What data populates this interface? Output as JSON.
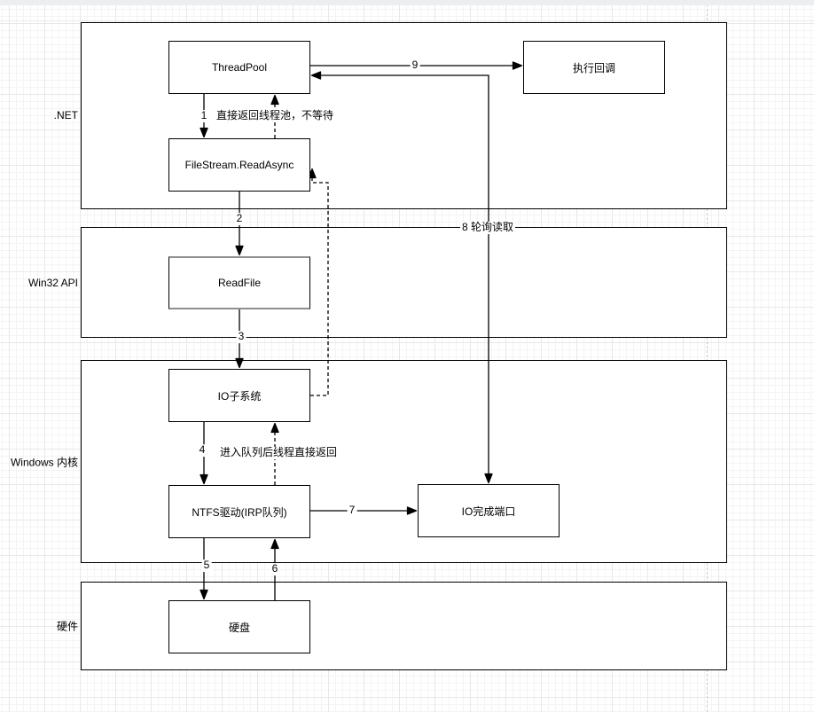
{
  "canvas": {
    "background": "#ffffff",
    "grid_minor_color": "#f4f4f4",
    "grid_major_color": "#e8e8e8",
    "page_boundary_color": "#c9c9c9",
    "top_strip_color": "#eceef0",
    "shape_border_color": "#000000",
    "readfile_accent_border_color": "#8f8f8f"
  },
  "lanes": [
    {
      "label": ".NET"
    },
    {
      "label": "Win32 API"
    },
    {
      "label": "Windows 内核"
    },
    {
      "label": "硬件"
    }
  ],
  "boxes": [
    {
      "label": "ThreadPool"
    },
    {
      "label": "FileStream.ReadAsync"
    },
    {
      "label": "执行回调"
    },
    {
      "label": "ReadFile"
    },
    {
      "label": "IO子系统"
    },
    {
      "label": "NTFS驱动(IRP队列)"
    },
    {
      "label": "IO完成端口"
    },
    {
      "label": "硬盘"
    }
  ],
  "edge_labels": [
    {
      "text": "1"
    },
    {
      "text": "直接返回线程池，不等待"
    },
    {
      "text": "2"
    },
    {
      "text": "3"
    },
    {
      "text": "4"
    },
    {
      "text": "进入队列后线程直接返回"
    },
    {
      "text": "5"
    },
    {
      "text": "6"
    },
    {
      "text": "7"
    },
    {
      "text": "8 轮询读取"
    },
    {
      "text": "9"
    }
  ]
}
